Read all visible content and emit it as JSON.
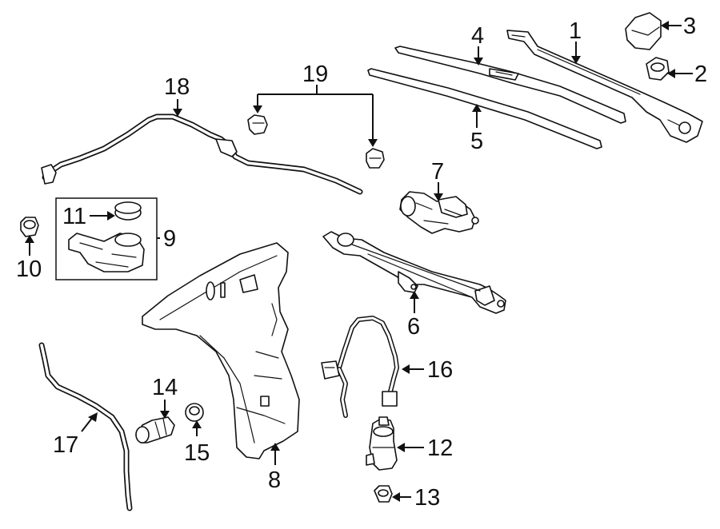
{
  "diagram": {
    "callouts": [
      "1",
      "2",
      "3",
      "4",
      "5",
      "6",
      "7",
      "8",
      "9",
      "10",
      "11",
      "12",
      "13",
      "14",
      "15",
      "16",
      "17",
      "18",
      "19"
    ],
    "parts": {
      "p1": "wiper-arm",
      "p2": "arm-nut",
      "p3": "arm-cap",
      "p4": "wiper-blade-driver",
      "p5": "wiper-blade-passenger",
      "p6": "wiper-linkage",
      "p7": "wiper-motor",
      "p8": "washer-reservoir",
      "p9": "reservoir-filler-neck",
      "p10": "grommet",
      "p11": "filler-cap",
      "p12": "washer-pump",
      "p13": "pump-grommet",
      "p14": "level-sensor",
      "p15": "sensor-grommet",
      "p16": "pump-wiring-harness",
      "p17": "washer-hose-lower",
      "p18": "washer-hose-upper",
      "p19": "washer-nozzle"
    }
  }
}
